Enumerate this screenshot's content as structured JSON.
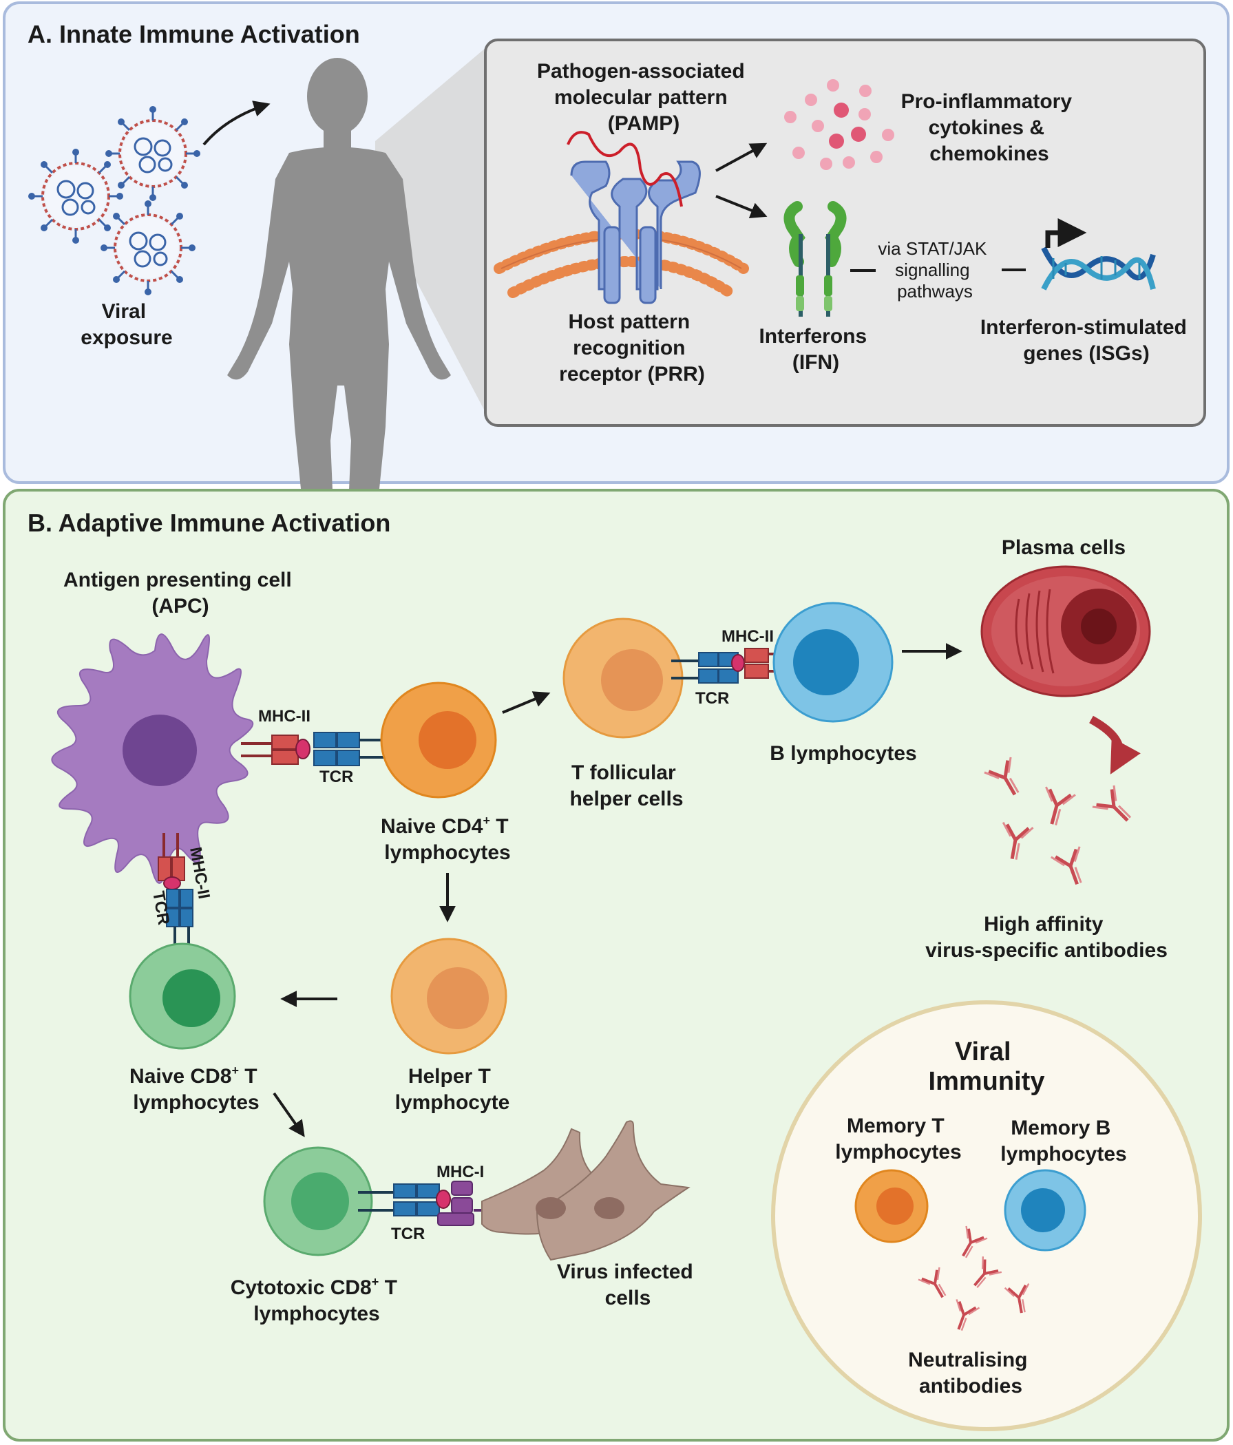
{
  "panel_a": {
    "title": "A. Innate Immune Activation",
    "viral_exposure": [
      "Viral",
      "exposure"
    ],
    "pamp": [
      "Pathogen-associated",
      "molecular pattern",
      "(PAMP)"
    ],
    "prr": [
      "Host pattern",
      "recognition",
      "receptor (PRR)"
    ],
    "cytokines": [
      "Pro-inflammatory",
      "cytokines &",
      "chemokines"
    ],
    "interferons": [
      "Interferons",
      "(IFN)"
    ],
    "pathway": [
      "via STAT/JAK",
      "signalling",
      "pathways"
    ],
    "isgs": [
      "Interferon-stimulated",
      "genes (ISGs)"
    ]
  },
  "panel_b": {
    "title": "B. Adaptive Immune Activation",
    "apc": [
      "Antigen presenting cell",
      "(APC)"
    ],
    "mhc2": "MHC-II",
    "mhc1": "MHC-I",
    "tcr": "TCR",
    "naive_cd4": [
      "Naive CD4",
      "+",
      " T",
      "lymphocytes"
    ],
    "tfh": [
      "T follicular",
      "helper cells"
    ],
    "b_lymph": "B lymphocytes",
    "plasma": "Plasma cells",
    "antibodies": [
      "High affinity",
      "virus-specific antibodies"
    ],
    "helper_t": [
      "Helper T",
      "lymphocyte"
    ],
    "naive_cd8": [
      "Naive CD8",
      "+",
      " T",
      "lymphocytes"
    ],
    "cytotoxic": [
      "Cytotoxic CD8",
      "+",
      " T",
      "lymphocytes"
    ],
    "infected": [
      "Virus infected",
      "cells"
    ],
    "immunity": {
      "title": [
        "Viral",
        "Immunity"
      ],
      "memory_t": [
        "Memory T",
        "lymphocytes"
      ],
      "memory_b": [
        "Memory B",
        "lymphocytes"
      ],
      "neutralising": [
        "Neutralising",
        "antibodies"
      ]
    }
  },
  "colors": {
    "panel_a_bg": "#eef3fb",
    "panel_a_border": "#a9bbdd",
    "panel_b_bg": "#ebf6e6",
    "panel_b_border": "#80a873",
    "inset_bg": "#e8e8e8",
    "apc": "#a57bc0",
    "orange_cell": "#f0a048",
    "blue_cell": "#7ec4e6",
    "green_cell": "#8ccc9a",
    "plasma": "#c8474e",
    "antibody": "#c84a52"
  }
}
